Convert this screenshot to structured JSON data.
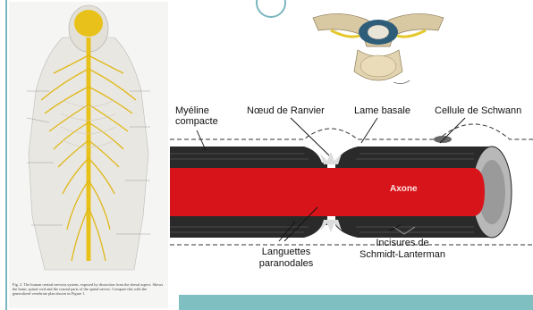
{
  "nervous_figure": {
    "caption": "Fig. 2. The human central nervous system, exposed by dissection from the dorsal aspect. Shows the brain, spinal cord and the cranial parts of the spinal nerves. Compare this with the generalized vertebrate plan shown in Figure 1."
  },
  "axon_figure": {
    "labels": {
      "myeline_line1": "Myéline",
      "myeline_line2": "compacte",
      "noeud": "Nœud de Ranvier",
      "lame": "Lame basale",
      "schwann": "Cellule de Schwann",
      "axone": "Axone",
      "languettes_line1": "Languettes",
      "languettes_line2": "paranodales",
      "incisures_line1": "Incisures de",
      "incisures_line2": "Schmidt-Lanterman"
    }
  },
  "colors": {
    "accent": "#7ab6bf",
    "axon_red": "#d8141b",
    "teal_box": "#7fbfc2",
    "nerve_yellow": "#e8c21a"
  }
}
